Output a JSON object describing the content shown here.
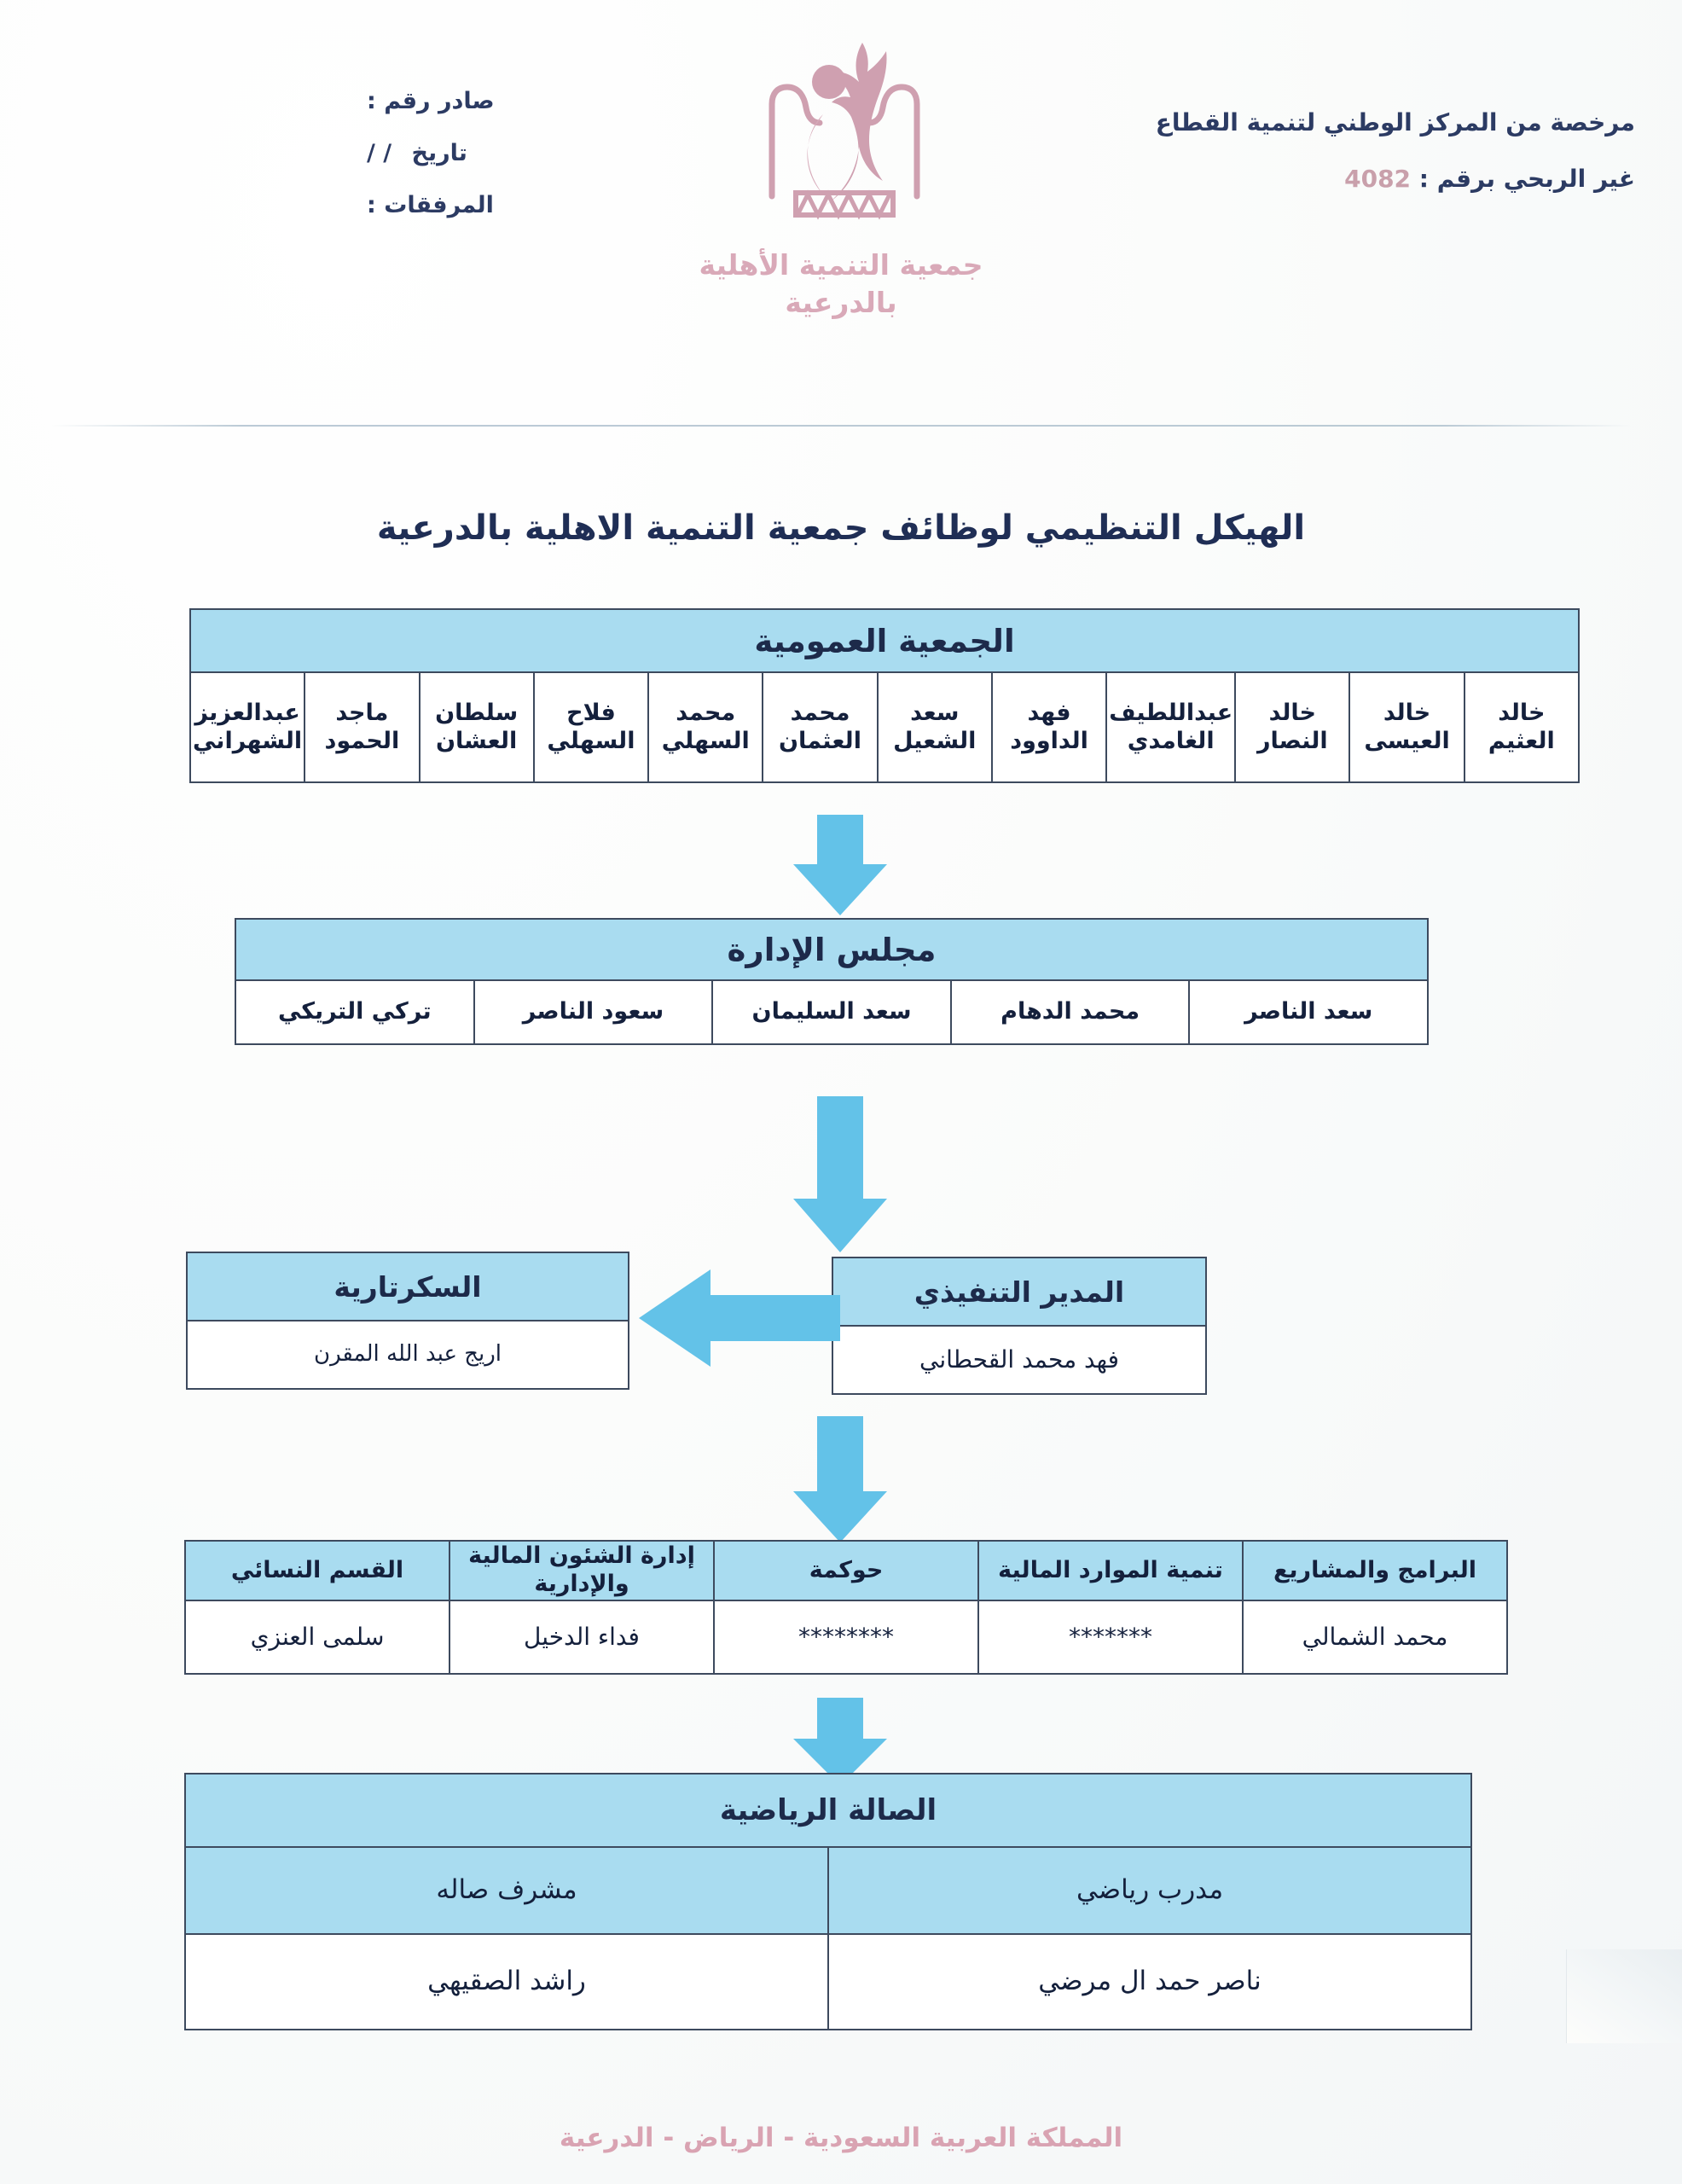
{
  "header": {
    "left_fields": [
      {
        "label": "صادر رقم :",
        "value": ""
      },
      {
        "label": "تاريخ",
        "value": "/    /"
      },
      {
        "label": "المرفقات :",
        "value": ""
      }
    ],
    "license_line1": "مرخصة من المركز الوطني لتنمية القطاع",
    "license_line2_text": "غير الربحي",
    "license_line2_number_label": "برقم :",
    "license_number": "4082",
    "org_name_line1": "جمعية التنمية الأهلية",
    "org_name_line2": "بالدرعية",
    "logo_icon": "person-plant-logo-icon"
  },
  "title": "الهيكل التنظيمي لوظائف جمعية التنمية الاهلية بالدرعية",
  "org_chart": {
    "levels": [
      {
        "id": "assembly",
        "heading": "الجمعية العمومية",
        "members": [
          "خالد العثيم",
          "خالد العيسى",
          "خالد النصار",
          "عبداللطيف الغامدي",
          "فهد الداوود",
          "سعد الشعيل",
          "محمد العثمان",
          "محمد السهلي",
          "فلاح السهلي",
          "سلطان العشان",
          "ماجد الحمود",
          "عبدالعزيز الشهراني"
        ]
      },
      {
        "id": "board",
        "heading": "مجلس الإدارة",
        "members": [
          "سعد الناصر",
          "محمد الدهام",
          "سعد السليمان",
          "سعود الناصر",
          "تركي التريكي"
        ]
      },
      {
        "id": "executive",
        "heading": "المدير التنفيذي",
        "members": [
          "فهد محمد القحطاني"
        ]
      },
      {
        "id": "secretariat",
        "heading": "السكرتارية",
        "members": [
          "اريج عبد الله المقرن"
        ]
      }
    ],
    "departments": {
      "headers": [
        "البرامج والمشاريع",
        "تنمية الموارد المالية",
        "حوكمة",
        "إدارة الشئون المالية والإدارية",
        "القسم النسائي"
      ],
      "values": [
        "محمد الشمالي",
        "*******",
        "********",
        "فداء الدخيل",
        "سلمى العنزي"
      ]
    },
    "gym": {
      "heading": "الصالة الرياضية",
      "roles": [
        "مدرب رياضي",
        "مشرف صاله"
      ],
      "names": [
        "ناصر حمد ال مرضي",
        "راشد الصقيهي"
      ]
    },
    "arrows": [
      {
        "name": "arrow-assembly-to-board",
        "direction": "down"
      },
      {
        "name": "arrow-board-to-executive",
        "direction": "down"
      },
      {
        "name": "arrow-executive-to-departments",
        "direction": "down"
      },
      {
        "name": "arrow-departments-to-gym",
        "direction": "down"
      },
      {
        "name": "arrow-executive-to-secretariat",
        "direction": "left"
      }
    ]
  },
  "footer": "المملكة العربية السعودية - الرياض - الدرعية",
  "colors": {
    "band_blue": "#a9dcf0",
    "border_dark": "#3d4a5e",
    "brand_pink": "#d9a9b8",
    "header_navy": "#2c3b63",
    "arrow_blue": "#63c2e8"
  }
}
